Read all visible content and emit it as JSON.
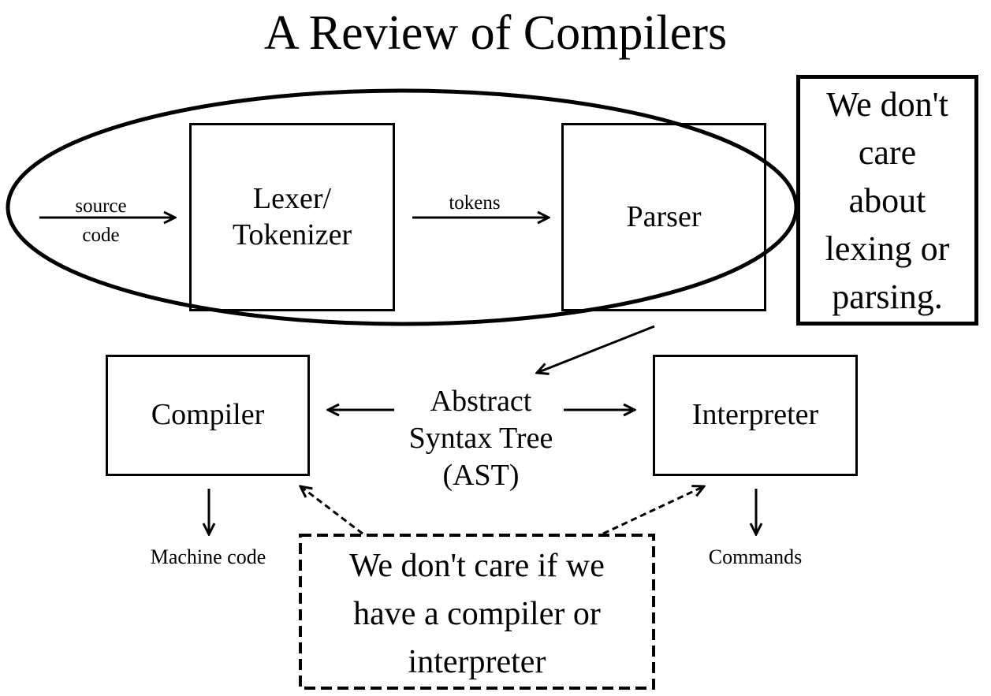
{
  "title": "A Review of Compilers",
  "nodes": {
    "lexer": "Lexer/\nTokenizer",
    "parser": "Parser",
    "compiler": "Compiler",
    "interpreter": "Interpreter",
    "ast": "Abstract\nSyntax Tree\n(AST)"
  },
  "edge_labels": {
    "source_code": "source\ncode",
    "tokens": "tokens",
    "machine_code": "Machine code",
    "commands": "Commands"
  },
  "notes": {
    "lexing_parsing": "We don't\ncare\nabout\nlexing or\nparsing.",
    "compiler_interpreter": "We don't care if we\nhave a compiler or\ninterpreter"
  }
}
